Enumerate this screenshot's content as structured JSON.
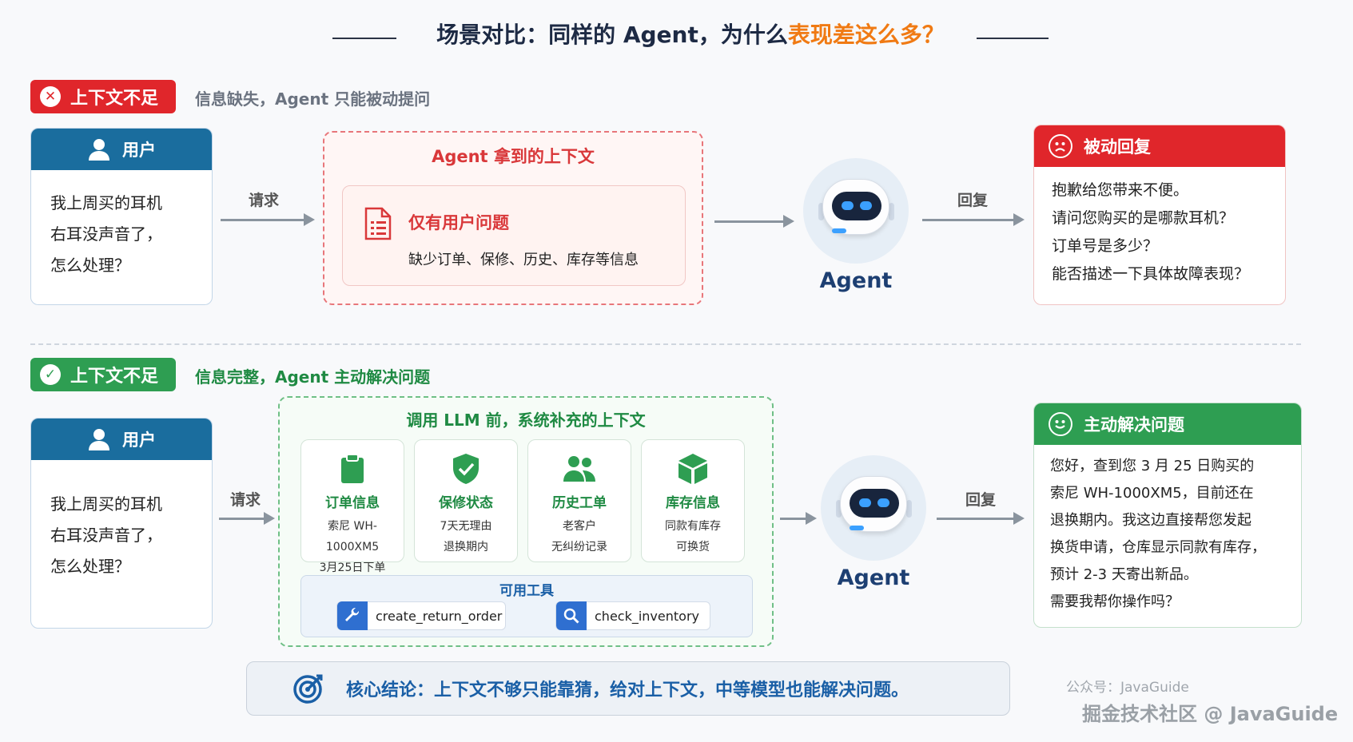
{
  "title": {
    "prefix": "场景对比：同样的 Agent，为什么",
    "highlight": "表现差这么多？"
  },
  "section_bad": {
    "badge": "上下文不足",
    "desc": "信息缺失，Agent 只能被动提问",
    "icon": "x-icon",
    "color": "#e0262b"
  },
  "section_good": {
    "badge": "上下文不足",
    "desc": "信息完整，Agent 主动解决问题",
    "icon": "check-icon",
    "color": "#2e9e52"
  },
  "user": {
    "label": "用户",
    "lines": [
      "我上周买的耳机",
      "右耳没声音了，",
      "怎么处理？"
    ]
  },
  "arrows": {
    "request": "请求",
    "reply": "回复"
  },
  "agent": {
    "label": "Agent"
  },
  "bad_context": {
    "title": "Agent 拿到的上下文",
    "item_title": "仅有用户问题",
    "item_desc": "缺少订单、保修、历史、库存等信息"
  },
  "bad_reply": {
    "title": "被动回复",
    "lines": [
      "抱歉给您带来不便。",
      "请问您购买的是哪款耳机？",
      "订单号是多少？",
      "能否描述一下具体故障表现？"
    ]
  },
  "good_context": {
    "title": "调用 LLM 前，系统补充的上下文",
    "cards": [
      {
        "icon": "clipboard-icon",
        "title": "订单信息",
        "lines": [
          "索尼 WH-1000XM5",
          "3月25日下单"
        ]
      },
      {
        "icon": "shield-check-icon",
        "title": "保修状态",
        "lines": [
          "7天无理由",
          "退换期内"
        ]
      },
      {
        "icon": "users-icon",
        "title": "历史工单",
        "lines": [
          "老客户",
          "无纠纷记录"
        ]
      },
      {
        "icon": "box-icon",
        "title": "库存信息",
        "lines": [
          "同款有库存",
          "可换货"
        ]
      }
    ],
    "tools_title": "可用工具",
    "tools": [
      {
        "icon": "wrench-icon",
        "name": "create_return_order"
      },
      {
        "icon": "search-icon",
        "name": "check_inventory"
      }
    ]
  },
  "good_reply": {
    "title": "主动解决问题",
    "lines": [
      "您好，查到您 3 月 25 日购买的",
      "索尼 WH-1000XM5，目前还在",
      "退换期内。我这边直接帮您发起",
      "换货申请，仓库显示同款有库存，",
      "预计 2-3 天寄出新品。",
      "需要我帮你操作吗？"
    ]
  },
  "conclusion": "核心结论：上下文不够只能靠猜，给对上下文，中等模型也能解决问题。",
  "watermark": {
    "line1": "公众号：JavaGuide",
    "line2": "掘金技术社区 @ JavaGuide"
  }
}
